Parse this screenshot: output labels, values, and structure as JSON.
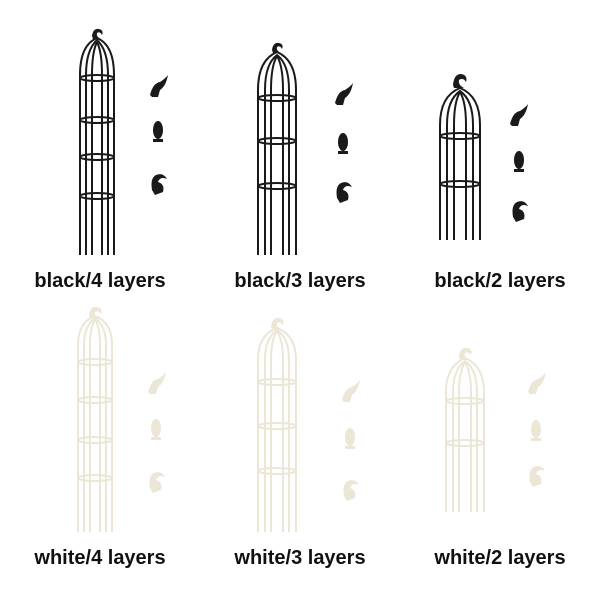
{
  "product": {
    "options": [
      {
        "label": "black/4 layers",
        "color": "#1a1a1a",
        "finish": "black",
        "layers": 4
      },
      {
        "label": "black/3 layers",
        "color": "#1a1a1a",
        "finish": "black",
        "layers": 3
      },
      {
        "label": "black/2 layers",
        "color": "#1a1a1a",
        "finish": "black",
        "layers": 2
      },
      {
        "label": "white/4 layers",
        "color": "#ece6d6",
        "finish": "white",
        "layers": 4
      },
      {
        "label": "white/3 layers",
        "color": "#ece6d6",
        "finish": "white",
        "layers": 3
      },
      {
        "label": "white/2 layers",
        "color": "#ece6d6",
        "finish": "white",
        "layers": 2
      }
    ],
    "finial_icons": [
      "bird-finial-icon",
      "egg-finial-icon",
      "squirrel-finial-icon"
    ]
  },
  "colors": {
    "background": "#ffffff",
    "label_text": "#111111",
    "black_metal": "#1a1a1a",
    "white_metal": "#ece6d6"
  }
}
